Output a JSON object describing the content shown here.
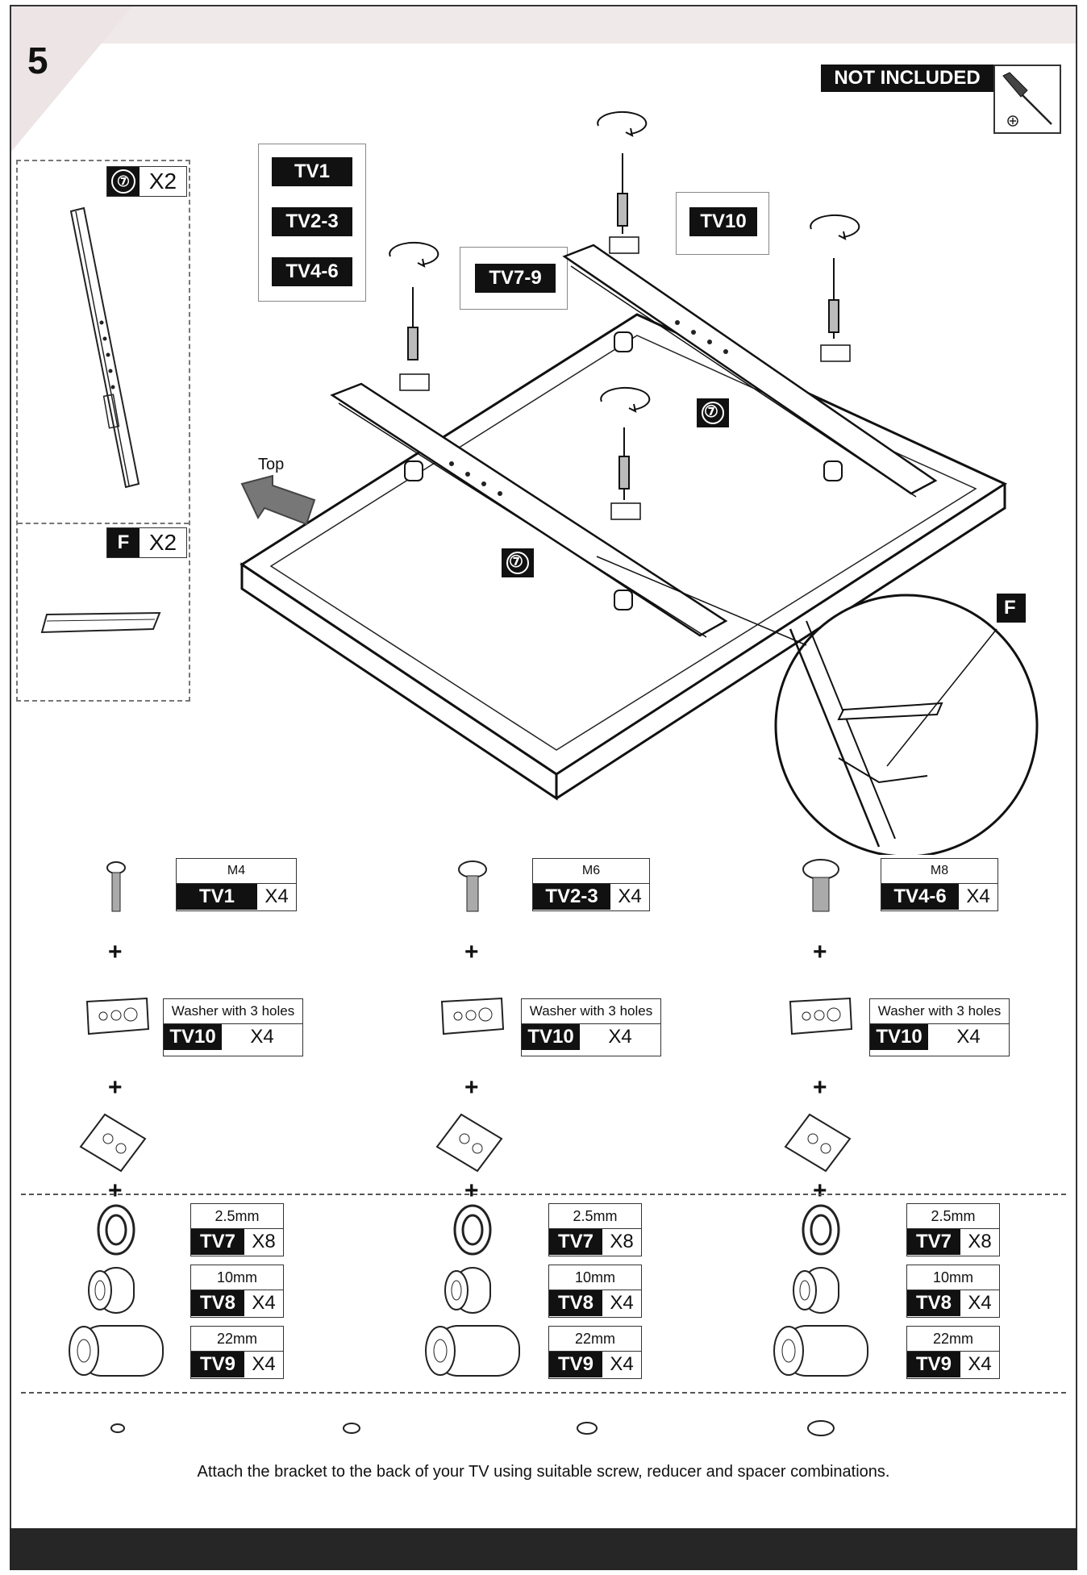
{
  "step_number": "5",
  "not_included": "NOT INCLUDED",
  "left_panel": {
    "part7_label": "⑦",
    "part7_qty": "X2",
    "partF_label": "F",
    "partF_qty": "X2"
  },
  "diagram": {
    "screw_group_tags": [
      "TV1",
      "TV2-3",
      "TV4-6"
    ],
    "tag_tv79": "TV7-9",
    "tag_tv10": "TV10",
    "top_label": "Top",
    "bracket_num": "⑦",
    "detail_f": "F"
  },
  "columns": [
    {
      "size": "M4",
      "code": "TV1",
      "qty": "X4",
      "washer_title": "Washer with 3 holes",
      "washer_code": "TV10",
      "washer_qty": "X4",
      "spacers": [
        {
          "size": "2.5mm",
          "code": "TV7",
          "qty": "X8"
        },
        {
          "size": "10mm",
          "code": "TV8",
          "qty": "X4"
        },
        {
          "size": "22mm",
          "code": "TV9",
          "qty": "X4"
        }
      ]
    },
    {
      "size": "M6",
      "code": "TV2-3",
      "qty": "X4",
      "washer_title": "Washer with 3 holes",
      "washer_code": "TV10",
      "washer_qty": "X4",
      "spacers": [
        {
          "size": "2.5mm",
          "code": "TV7",
          "qty": "X8"
        },
        {
          "size": "10mm",
          "code": "TV8",
          "qty": "X4"
        },
        {
          "size": "22mm",
          "code": "TV9",
          "qty": "X4"
        }
      ]
    },
    {
      "size": "M8",
      "code": "TV4-6",
      "qty": "X4",
      "washer_title": "Washer with 3 holes",
      "washer_code": "TV10",
      "washer_qty": "X4",
      "spacers": [
        {
          "size": "2.5mm",
          "code": "TV7",
          "qty": "X8"
        },
        {
          "size": "10mm",
          "code": "TV8",
          "qty": "X4"
        },
        {
          "size": "22mm",
          "code": "TV9",
          "qty": "X4"
        }
      ]
    }
  ],
  "plus_sign": "+",
  "caption": "Attach the bracket to the back of your TV using suitable screw, reducer and spacer combinations."
}
